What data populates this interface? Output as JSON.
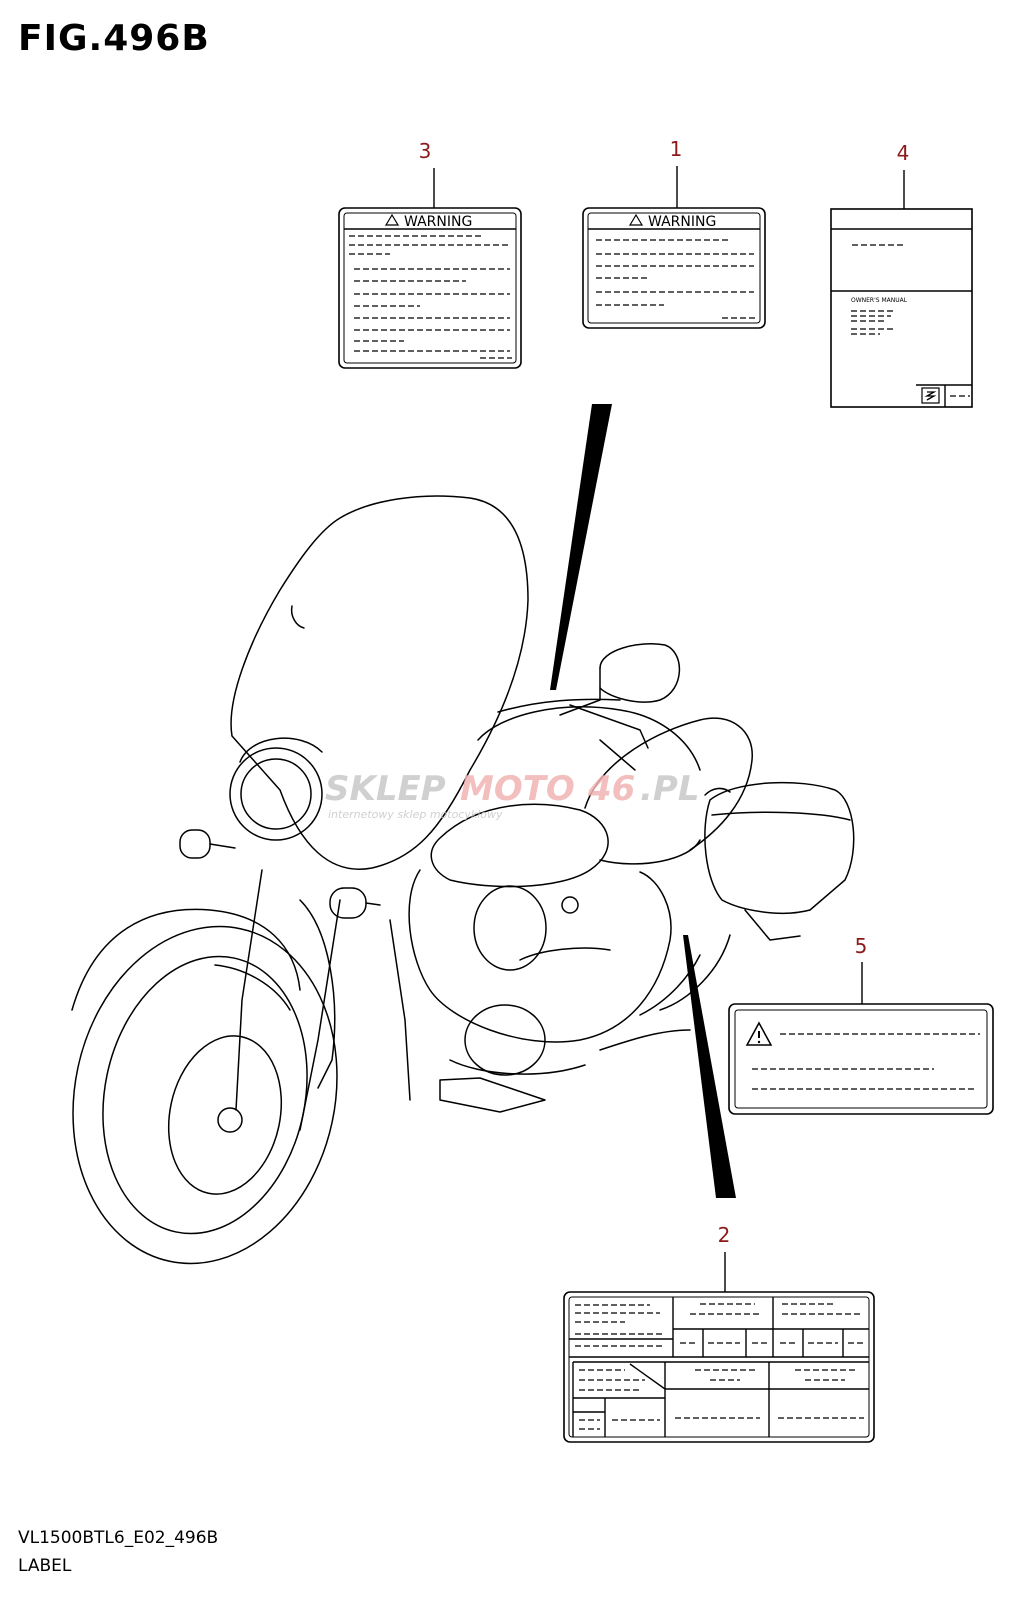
{
  "figure": {
    "title": "FIG.496B",
    "footer_code": "VL1500BTL6_E02_496B",
    "footer_label": "LABEL"
  },
  "labels": [
    {
      "number": "3",
      "heading": "WARNING"
    },
    {
      "number": "1",
      "heading": "WARNING"
    },
    {
      "number": "4",
      "text": "OWNER'S MANUAL"
    },
    {
      "number": "5"
    },
    {
      "number": "2"
    }
  ],
  "watermark": {
    "part1": "SKLEP",
    "part2": "MOTO",
    "part3": "46",
    "part4": ".PL",
    "tagline": "internetowy sklep motocyklowy"
  },
  "colors": {
    "callout": "#8b1a1a",
    "watermark_gray": "#c8c8c8",
    "watermark_red": "#f2b3b3"
  }
}
